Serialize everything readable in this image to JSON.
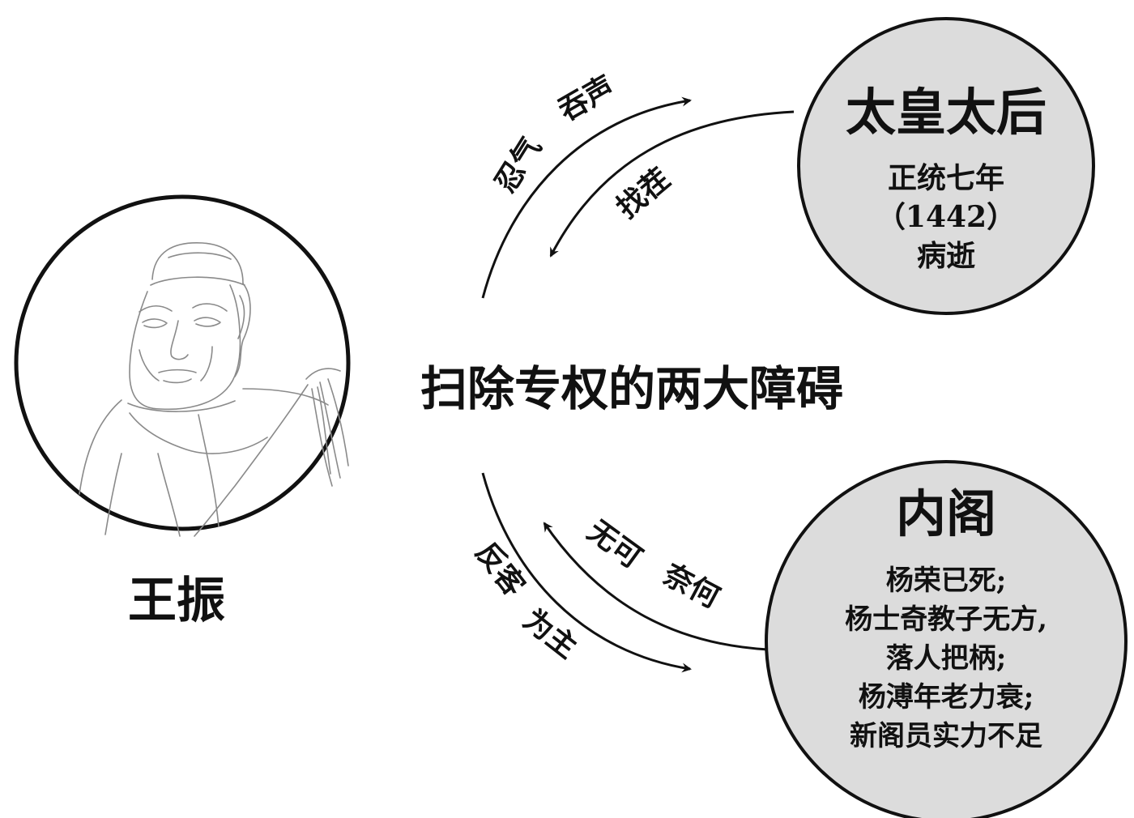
{
  "center_title": "扫除专权的两大障碍",
  "person": {
    "name": "王振",
    "portrait_icon": "eunuch-portrait-sketch"
  },
  "top_node": {
    "title": "太皇太后",
    "lines": [
      "正统七年",
      "（1442）",
      "病逝"
    ]
  },
  "bottom_node": {
    "title": "内阁",
    "lines": [
      "杨荣已死;",
      "杨士奇教子无方,",
      "落人把柄;",
      "杨溥年老力衰;",
      "新阁员实力不足"
    ]
  },
  "arrow_labels": {
    "top_outer_a": "忍气",
    "top_outer_b": "吞声",
    "top_inner": "找茬",
    "bottom_outer_a": "反客",
    "bottom_outer_b": "为主",
    "bottom_inner_a": "无可",
    "bottom_inner_b": "奈何"
  },
  "colors": {
    "node_fill": "#dcdcdc",
    "stroke": "#111111",
    "sketch": "#8a8a8a"
  }
}
